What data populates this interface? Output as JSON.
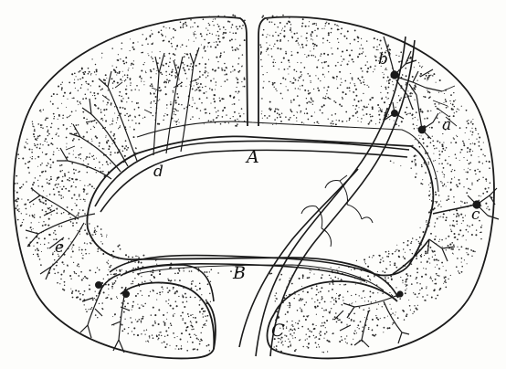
{
  "diagram": {
    "labels": {
      "A": "A",
      "B": "B",
      "C": "C",
      "a": "a",
      "b": "b",
      "c": "c",
      "d": "d",
      "e": "e"
    },
    "ink_color": "#1a1a1a",
    "paper_color": "#fdfdfb",
    "stipple_color": "#2a2a2a"
  }
}
